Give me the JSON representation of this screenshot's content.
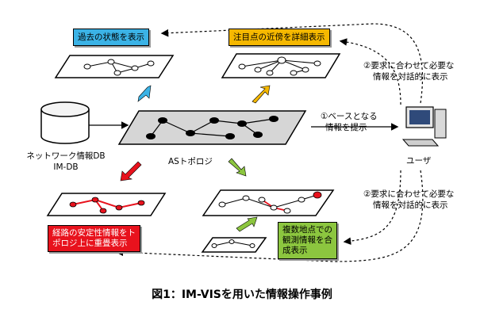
{
  "boxes": {
    "past": "過去の状態を表示",
    "detail": "注目点の近傍を詳細表示",
    "stability_line1": "経路の安定性情報をト",
    "stability_line2": "ポロジ上に重畳表示",
    "observe_line1": "複数地点での",
    "observe_line2": "観測情報を合",
    "observe_line3": "成表示"
  },
  "labels": {
    "request_top_line1": "②要求に合わせて必要な",
    "request_top_line2": "情報を対話的に表示",
    "base_line1": "①ベースとなる",
    "base_line2": "情報を提示",
    "db_line1": "ネットワーク情報DB",
    "db_line2": "IM-DB",
    "topology": "ASトポロジ",
    "user": "ユーザ",
    "request_bottom_line1": "②要求に合わせて必要な",
    "request_bottom_line2": "情報を対話的に表示"
  },
  "caption": "図1：IM-VISを用いた情報操作事例",
  "colors": {
    "blue": "#3bb3e6",
    "orange": "#f5b800",
    "red": "#e8121d",
    "green": "#8cc63f"
  }
}
